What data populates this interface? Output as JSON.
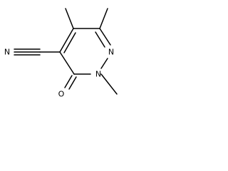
{
  "atoms": {
    "nitrile_n": "N",
    "ring_n_upper": "N",
    "ring_n_lower": "N",
    "carbonyl_o": "O"
  },
  "colors": {
    "bond": "#000000",
    "label": "#000000",
    "background": "#ffffff"
  }
}
